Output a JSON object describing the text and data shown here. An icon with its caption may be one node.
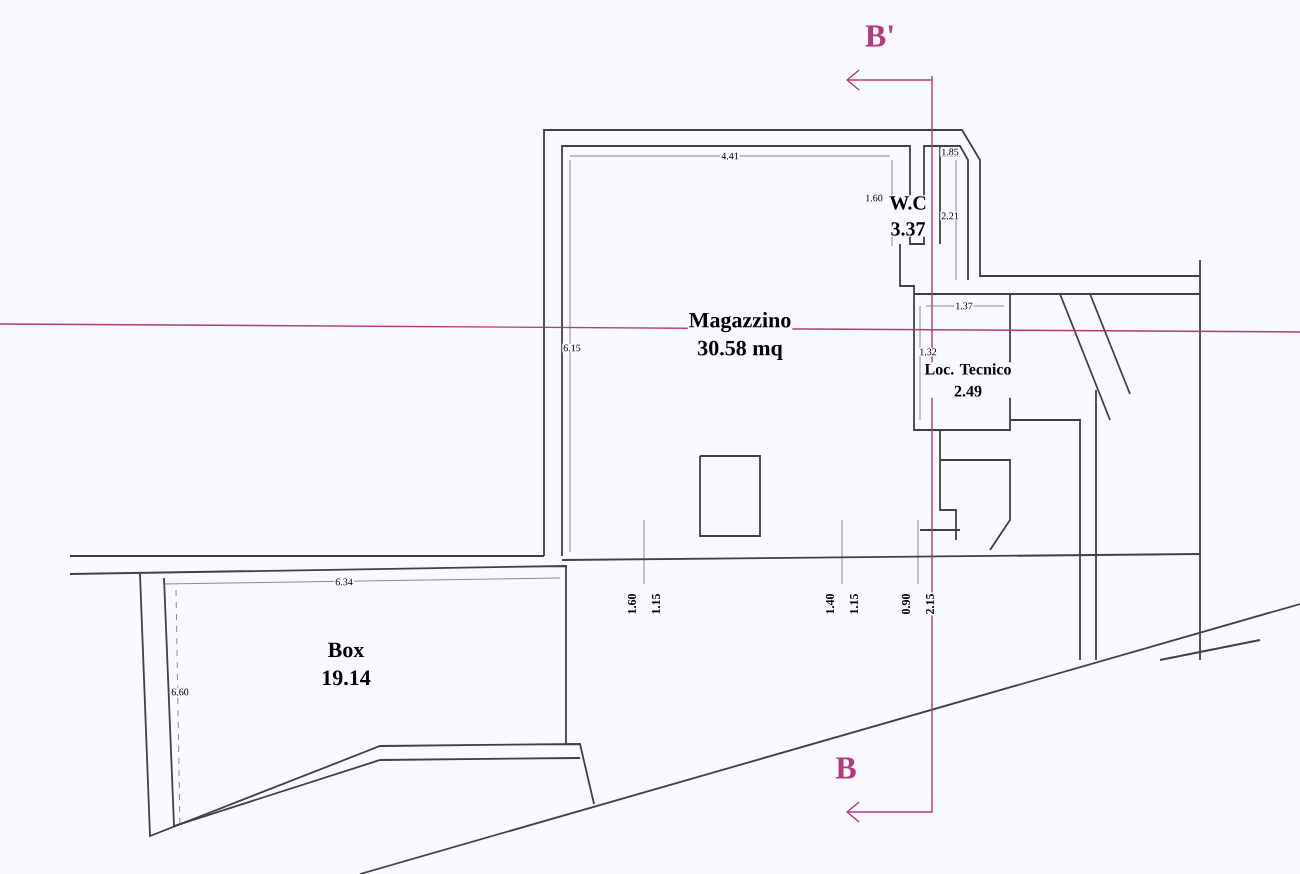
{
  "diagram": {
    "nodes": [
      {
        "text": [
          "Magazzino",
          "30.58 mq"
        ]
      },
      {
        "text": [
          "W.C",
          "3.37"
        ]
      },
      {
        "text": [
          "Loc. Tecnico",
          "2.49"
        ]
      },
      {
        "text": [
          "Box",
          "19.14"
        ]
      }
    ],
    "labels": [
      "B'",
      "4.41",
      "1.85",
      "1.60",
      "2.21",
      "1.37",
      "6.15",
      "1.32",
      "6.34",
      "1.60",
      "1.15",
      "1.40",
      "1.15",
      "0.90",
      "2.15",
      "6.60",
      "B"
    ]
  }
}
